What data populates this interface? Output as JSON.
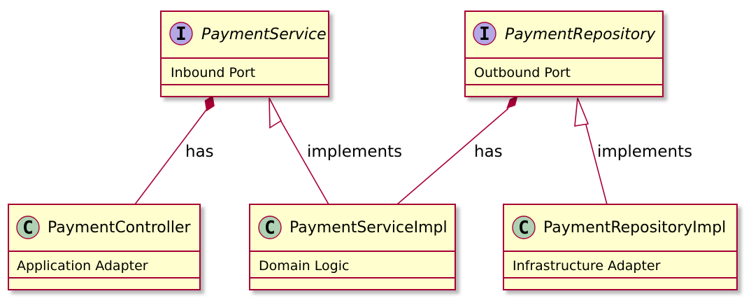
{
  "colors": {
    "box_fill": "#fefece",
    "border": "#a80036",
    "interface_badge": "#b4a7e5",
    "class_badge": "#add1b2",
    "shadow": "#c6c6c6"
  },
  "boxes": {
    "payment_service": {
      "kind": "interface",
      "badge": "I",
      "name": "PaymentService",
      "field": "Inbound Port"
    },
    "payment_repository": {
      "kind": "interface",
      "badge": "I",
      "name": "PaymentRepository",
      "field": "Outbound Port"
    },
    "payment_controller": {
      "kind": "class",
      "badge": "C",
      "name": "PaymentController",
      "field": "Application Adapter"
    },
    "payment_service_impl": {
      "kind": "class",
      "badge": "C",
      "name": "PaymentServiceImpl",
      "field": "Domain Logic"
    },
    "payment_repository_impl": {
      "kind": "class",
      "badge": "C",
      "name": "PaymentRepositoryImpl",
      "field": "Infrastructure Adapter"
    }
  },
  "relations": {
    "controller_has_service": {
      "type": "composition",
      "label": "has"
    },
    "impl_implements_service": {
      "type": "realization",
      "label": "implements"
    },
    "impl_has_repository": {
      "type": "composition",
      "label": "has"
    },
    "repoimpl_implements_repository": {
      "type": "realization",
      "label": "implements"
    }
  }
}
